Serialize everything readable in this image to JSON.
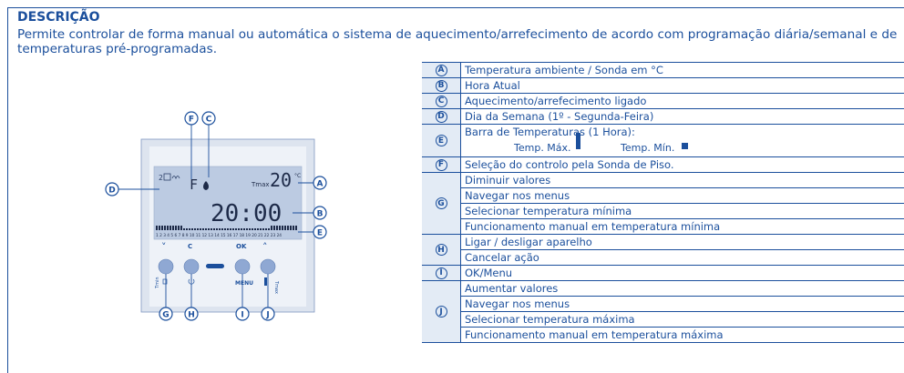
{
  "section": {
    "title": "DESCRIÇÃO",
    "description": "Permite controlar de forma manual ou automática o sistema de aquecimento/arrefecimento de acordo com programação diária/semanal e de temperaturas pré-programadas."
  },
  "device": {
    "display": {
      "temperature": "20",
      "temperature_unit": "°C",
      "tmax_label": "Tmax",
      "time": "20:00",
      "day_mode": "F",
      "day_indicator": "2",
      "hour_scale": "1 2 3 4 5 6 7 8 9 10 11 12 13 14 15 16 17 18 19 20 21 22 23 24"
    },
    "buttons": {
      "btn_down_label": "˅",
      "btn_c_label": "C",
      "btn_ok_label": "OK",
      "btn_up_label": "˄",
      "menu_label": "MENU",
      "tmin_label": "Tmin",
      "tmax_label": "Tmax"
    },
    "callouts": {
      "a": "A",
      "b": "B",
      "c": "C",
      "d": "D",
      "e": "E",
      "f": "F",
      "g": "G",
      "h": "H",
      "i": "I",
      "j": "J"
    }
  },
  "legend": {
    "a": {
      "letter": "A",
      "lines": [
        "Temperatura ambiente / Sonda em °C"
      ]
    },
    "b": {
      "letter": "B",
      "lines": [
        "Hora Atual"
      ]
    },
    "c": {
      "letter": "C",
      "lines": [
        "Aquecimento/arrefecimento ligado"
      ]
    },
    "d": {
      "letter": "D",
      "lines": [
        "Dia da Semana (1º - Segunda-Feira)"
      ]
    },
    "e": {
      "letter": "E",
      "line": "Barra de Temperaturas (1 Hora):",
      "max_label": "Temp. Máx.",
      "min_label": "Temp. Mín."
    },
    "f": {
      "letter": "F",
      "lines": [
        "Seleção do controlo pela Sonda de Piso."
      ]
    },
    "g": {
      "letter": "G",
      "lines": [
        "Diminuir valores",
        "Navegar nos menus",
        "Selecionar temperatura mínima",
        "Funcionamento manual em temperatura mínima"
      ]
    },
    "h": {
      "letter": "H",
      "lines": [
        "Ligar / desligar aparelho",
        "Cancelar ação"
      ]
    },
    "i": {
      "letter": "I",
      "lines": [
        "OK/Menu"
      ]
    },
    "j": {
      "letter": "J",
      "lines": [
        "Aumentar valores",
        "Navegar nos menus",
        "Selecionar temperatura máxima",
        "Funcionamento manual em temperatura máxima"
      ]
    }
  },
  "colors": {
    "text": "#1b4f9c",
    "table_shade": "#e3ebf5",
    "device_frame": "#dde4ef",
    "lcd": "#bccbe2",
    "buttons": "#8fa8d3"
  }
}
